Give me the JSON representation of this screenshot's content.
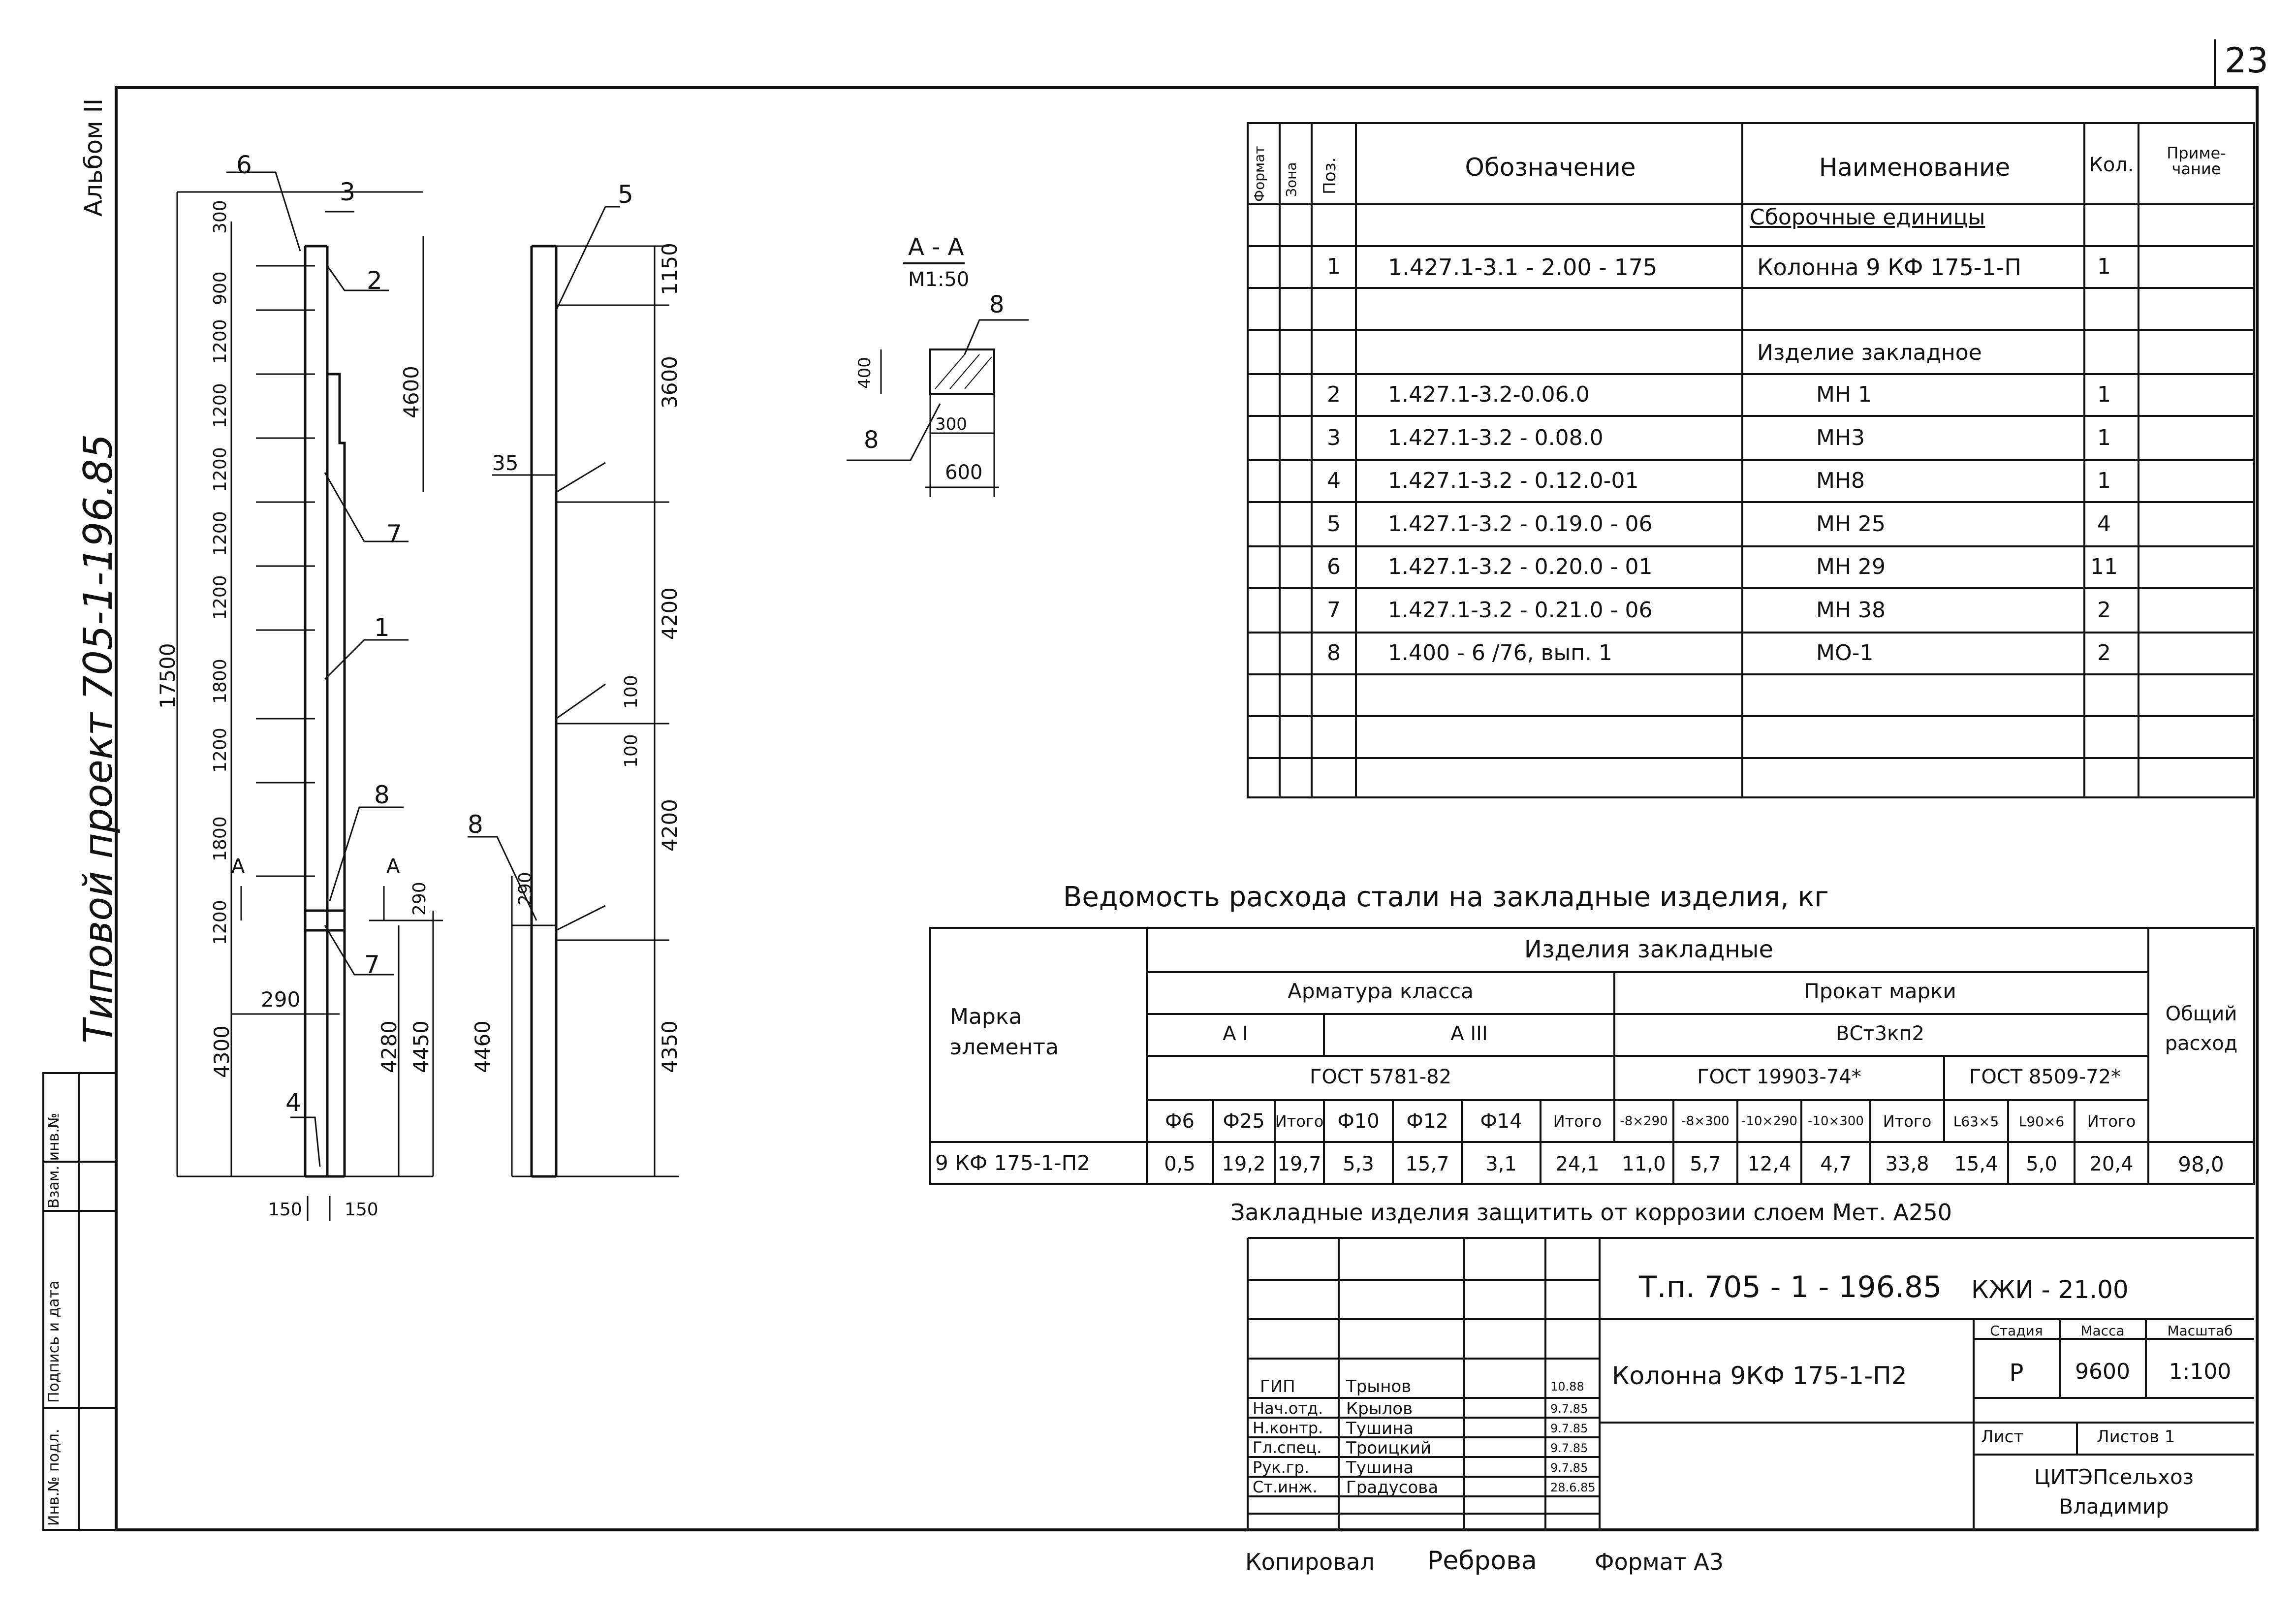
{
  "sheet": {
    "page_no": "23",
    "album": "Альбом II",
    "project": "Типовой проект 705-1-196.85"
  },
  "side_stamp": [
    "Инв.№ подл.",
    "Подпись и дата",
    "Взам. инв.№"
  ],
  "drawing": {
    "marks": [
      "6",
      "3",
      "2",
      "1",
      "7",
      "8",
      "7",
      "4",
      "5",
      "35",
      "8"
    ],
    "left_dims": [
      "300",
      "900",
      "1200",
      "1200",
      "1200",
      "1200",
      "1200",
      "1800",
      "1200",
      "1800",
      "1200",
      "17500",
      "4300",
      "290",
      "150",
      "150",
      "4600",
      "290",
      "4280",
      "4450"
    ],
    "right_dims": [
      "1150",
      "3600",
      "4200",
      "100",
      "100",
      "4200",
      "290",
      "4460",
      "4350"
    ],
    "section_marks": [
      "А",
      "А"
    ]
  },
  "section": {
    "title": "А - А",
    "scale": "М1:50",
    "d400": "400",
    "d300": "300",
    "d600": "600",
    "m8a": "8",
    "m8b": "8"
  },
  "spec": {
    "headers": {
      "format": "Формат",
      "zone": "Зона",
      "pos": "Поз.",
      "designation": "Обозначение",
      "name": "Наименование",
      "qty": "Кол.",
      "note": "Приме-чание"
    },
    "group1": "Сборочные единицы",
    "group2": "Изделие закладное",
    "rows": [
      {
        "pos": "1",
        "designation": "1.427.1-3.1 - 2.00 - 175",
        "name": "Колонна 9 КФ 175-1-П",
        "qty": "1"
      },
      {
        "pos": "2",
        "designation": "1.427.1-3.2-0.06.0",
        "name": "МН 1",
        "qty": "1"
      },
      {
        "pos": "3",
        "designation": "1.427.1-3.2 - 0.08.0",
        "name": "МН3",
        "qty": "1"
      },
      {
        "pos": "4",
        "designation": "1.427.1-3.2 - 0.12.0-01",
        "name": "МН8",
        "qty": "1"
      },
      {
        "pos": "5",
        "designation": "1.427.1-3.2 - 0.19.0 - 06",
        "name": "МН 25",
        "qty": "4"
      },
      {
        "pos": "6",
        "designation": "1.427.1-3.2 - 0.20.0 - 01",
        "name": "МН 29",
        "qty": "11"
      },
      {
        "pos": "7",
        "designation": "1.427.1-3.2 - 0.21.0 - 06",
        "name": "МН 38",
        "qty": "2"
      },
      {
        "pos": "8",
        "designation": "1.400 - 6 /76, вып. 1",
        "name": "МО-1",
        "qty": "2"
      }
    ]
  },
  "steel": {
    "title": "Ведомость расхода стали на закладные изделия, кг",
    "mark_header": "Марка элемента",
    "group": "Изделия закладные",
    "armatura": "Арматура класса",
    "prokat": "Прокат марки",
    "a1": "А I",
    "a3": "А III",
    "vst": "ВСт3кп2",
    "gost1": "ГОСТ 5781-82",
    "gost2": "ГОСТ 19903-74*",
    "gost3": "ГОСТ 8509-72*",
    "total_header": "Общий расход",
    "cols": [
      "Ф6",
      "Ф25",
      "Итого",
      "Ф10",
      "Ф12",
      "Ф14",
      "Итого",
      "-8×290",
      "-8×300",
      "-10×290",
      "-10×300",
      "Итого",
      "L63×5",
      "L90×6",
      "Итого"
    ],
    "mark": "9 КФ 175-1-П2",
    "values": [
      "0,5",
      "19,2",
      "19,7",
      "5,3",
      "15,7",
      "3,1",
      "24,1",
      "11,0",
      "5,7",
      "12,4",
      "4,7",
      "33,8",
      "15,4",
      "5,0",
      "20,4"
    ],
    "total": "98,0",
    "note": "Закладные изделия защитить от коррозии слоем Мет. А250"
  },
  "stamp": {
    "code": "Т.п. 705 - 1 - 196.85",
    "code2": "КЖИ - 21.00",
    "title": "Колонна 9КФ 175-1-П2",
    "stage_h": "Стадия",
    "mass_h": "Масса",
    "scale_h": "Масштаб",
    "stage": "Р",
    "mass": "9600",
    "scale": "1:100",
    "sheet_h": "Лист",
    "sheets_h": "Листов 1",
    "org1": "ЦИТЭПсельхоз",
    "org2": "Владимир",
    "people": [
      {
        "role": "ГИП",
        "name": "Трынов",
        "date": "10.88"
      },
      {
        "role": "Нач.отд.",
        "name": "Крылов",
        "date": "9.7.85"
      },
      {
        "role": "Н.контр.",
        "name": "Тушина",
        "date": "9.7.85"
      },
      {
        "role": "Гл.спец.",
        "name": "Троицкий",
        "date": "9.7.85"
      },
      {
        "role": "Рук.гр.",
        "name": "Тушина",
        "date": "9.7.85"
      },
      {
        "role": "Ст.инж.",
        "name": "Градусова",
        "date": "28.6.85"
      }
    ]
  },
  "footer": {
    "copied": "Копировал",
    "copier": "Реброва",
    "format": "Формат А3"
  }
}
